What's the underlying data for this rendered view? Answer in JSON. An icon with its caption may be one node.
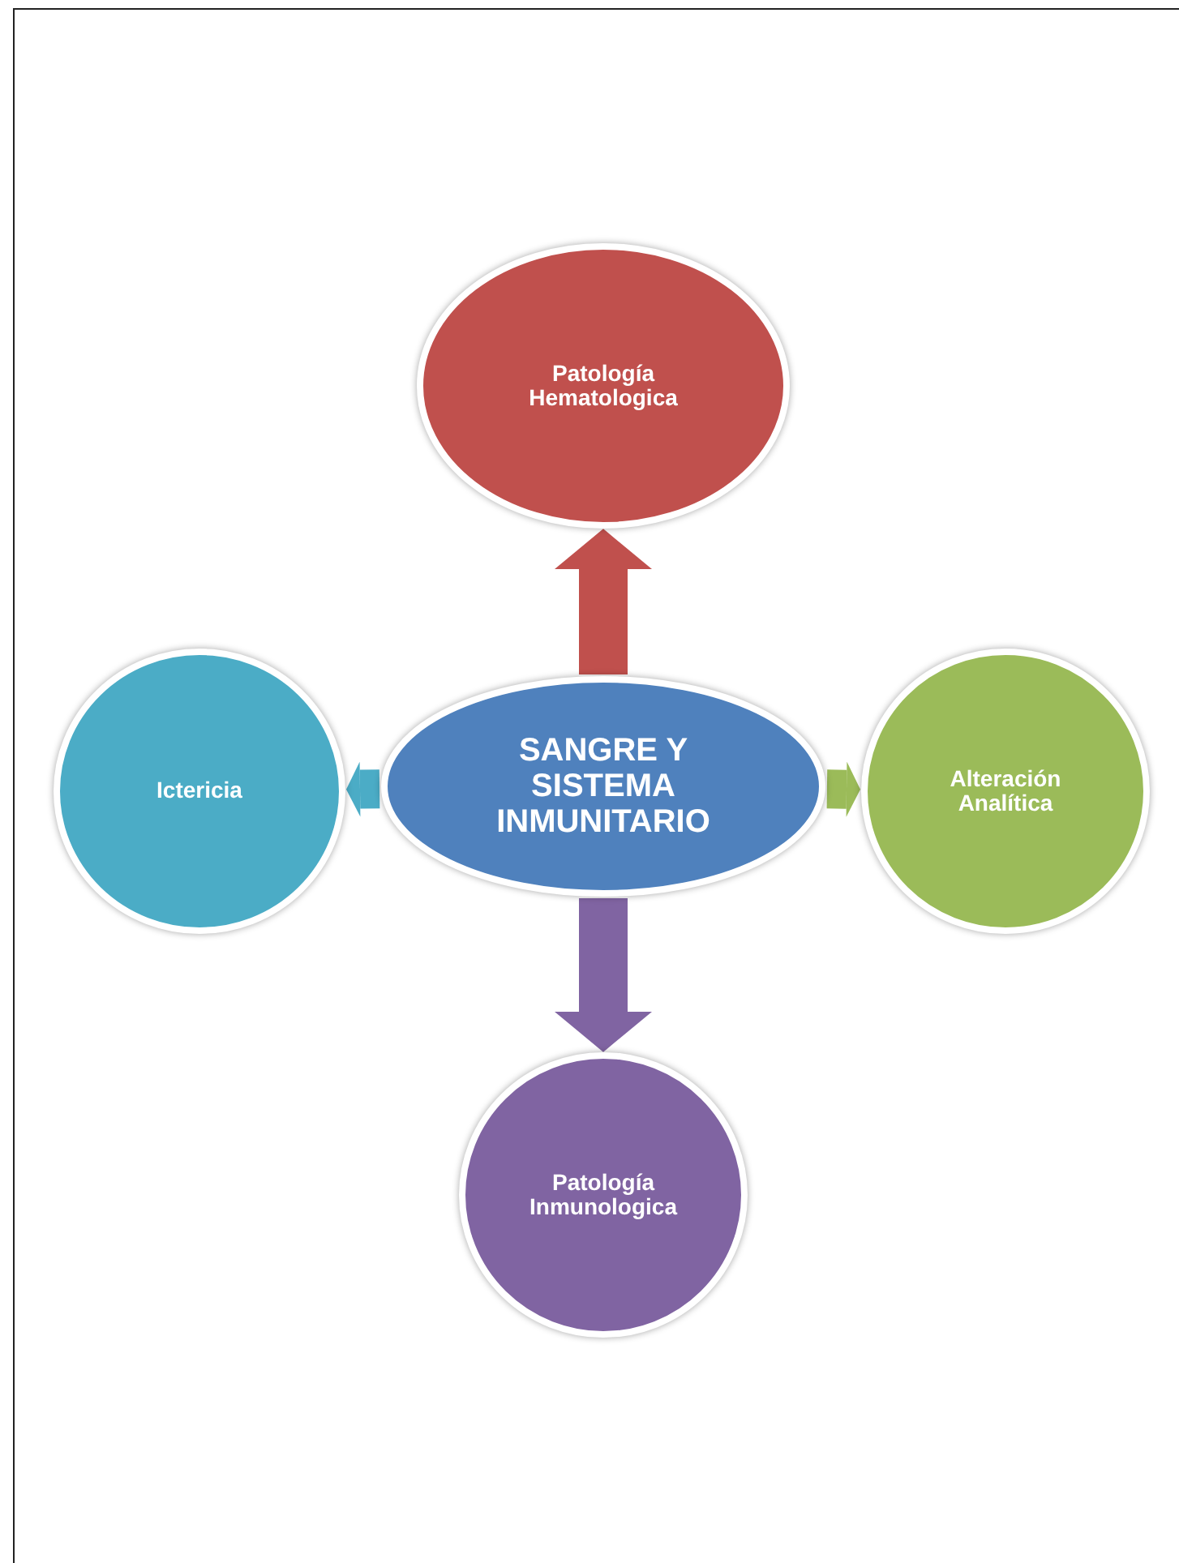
{
  "diagram": {
    "nodes": [
      {
        "text": [
          "Patología Hematologica"
        ]
      },
      {
        "text": [
          "Ictericia"
        ]
      },
      {
        "text": [
          "SANGRE Y SISTEMA INMUNITARIO"
        ]
      },
      {
        "text": [
          "Alteración Analítica"
        ]
      },
      {
        "text": [
          "Patología Inmunologica"
        ]
      }
    ],
    "edges": [
      {
        "from": 2,
        "to": 0,
        "arrow": "to",
        "color": "#c0504d"
      },
      {
        "from": 2,
        "to": 1,
        "arrow": "to",
        "color": "#4bacc6"
      },
      {
        "from": 2,
        "to": 3,
        "arrow": "to",
        "color": "#9bbb59"
      },
      {
        "from": 2,
        "to": 4,
        "arrow": "to",
        "color": "#8064a2"
      }
    ]
  }
}
